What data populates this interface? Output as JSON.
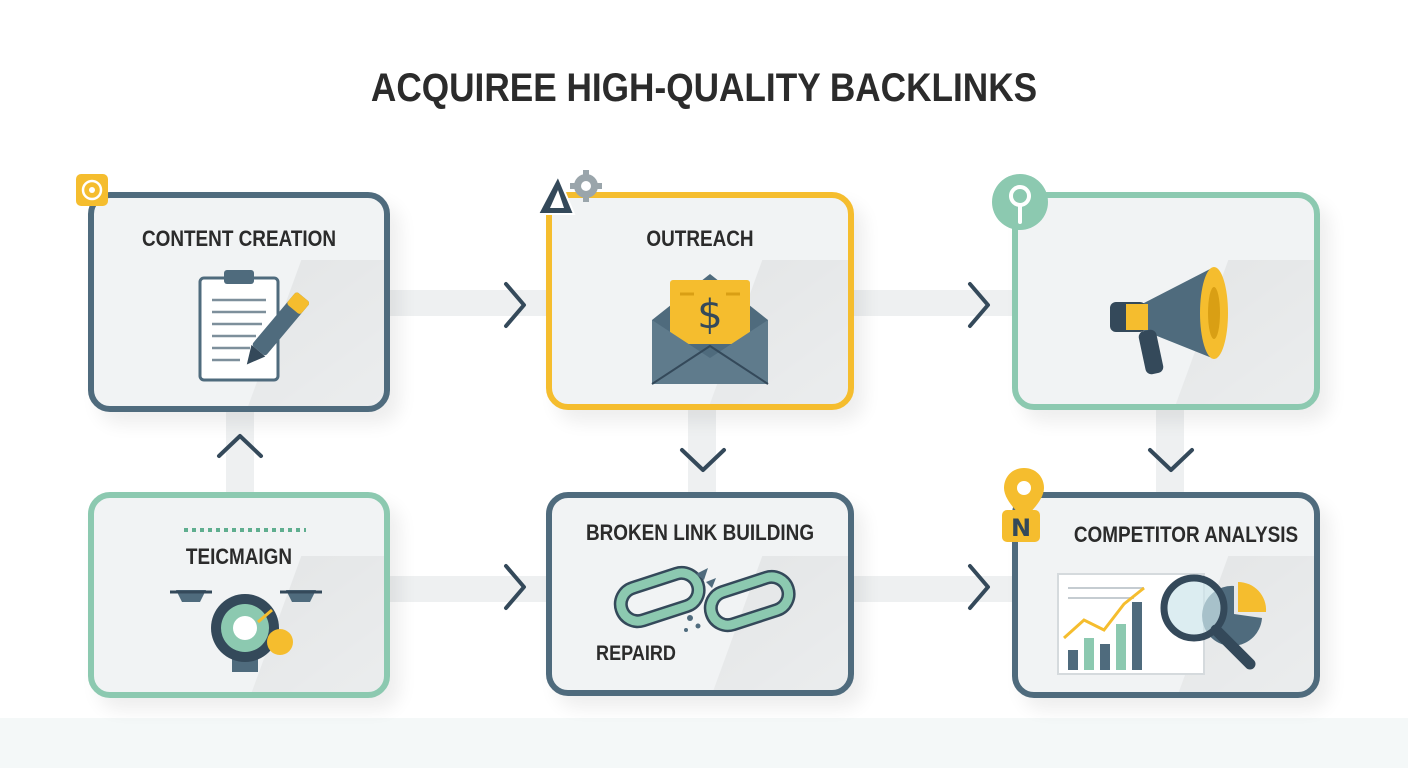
{
  "title": "ACQUIREE HIGH-QUALITY BACKLINKS",
  "steps": {
    "content_creation": {
      "label": "CONTENT CREATION"
    },
    "outreach": {
      "label": "OUTREACH"
    },
    "promotion": {
      "label": ""
    },
    "campaign": {
      "label": "TEICMAIGN"
    },
    "broken_link_building": {
      "label": "BROKEN LINK BUILDING",
      "sublabel": "REPAIRD"
    },
    "competitor_analysis": {
      "label": "COMPETITOR ANALYSIS"
    }
  },
  "icons": {
    "content_creation": "clipboard-pen-icon",
    "outreach": "envelope-dollar-icon",
    "promotion": "megaphone-icon",
    "campaign": "target-gear-icon",
    "broken_link_building": "broken-chain-icon",
    "competitor_analysis": "chart-magnifier-icon"
  },
  "colors": {
    "slate": "#4f6b7d",
    "yellow": "#f5bd2e",
    "green": "#8cc9b0",
    "text": "#2b2b2b"
  }
}
